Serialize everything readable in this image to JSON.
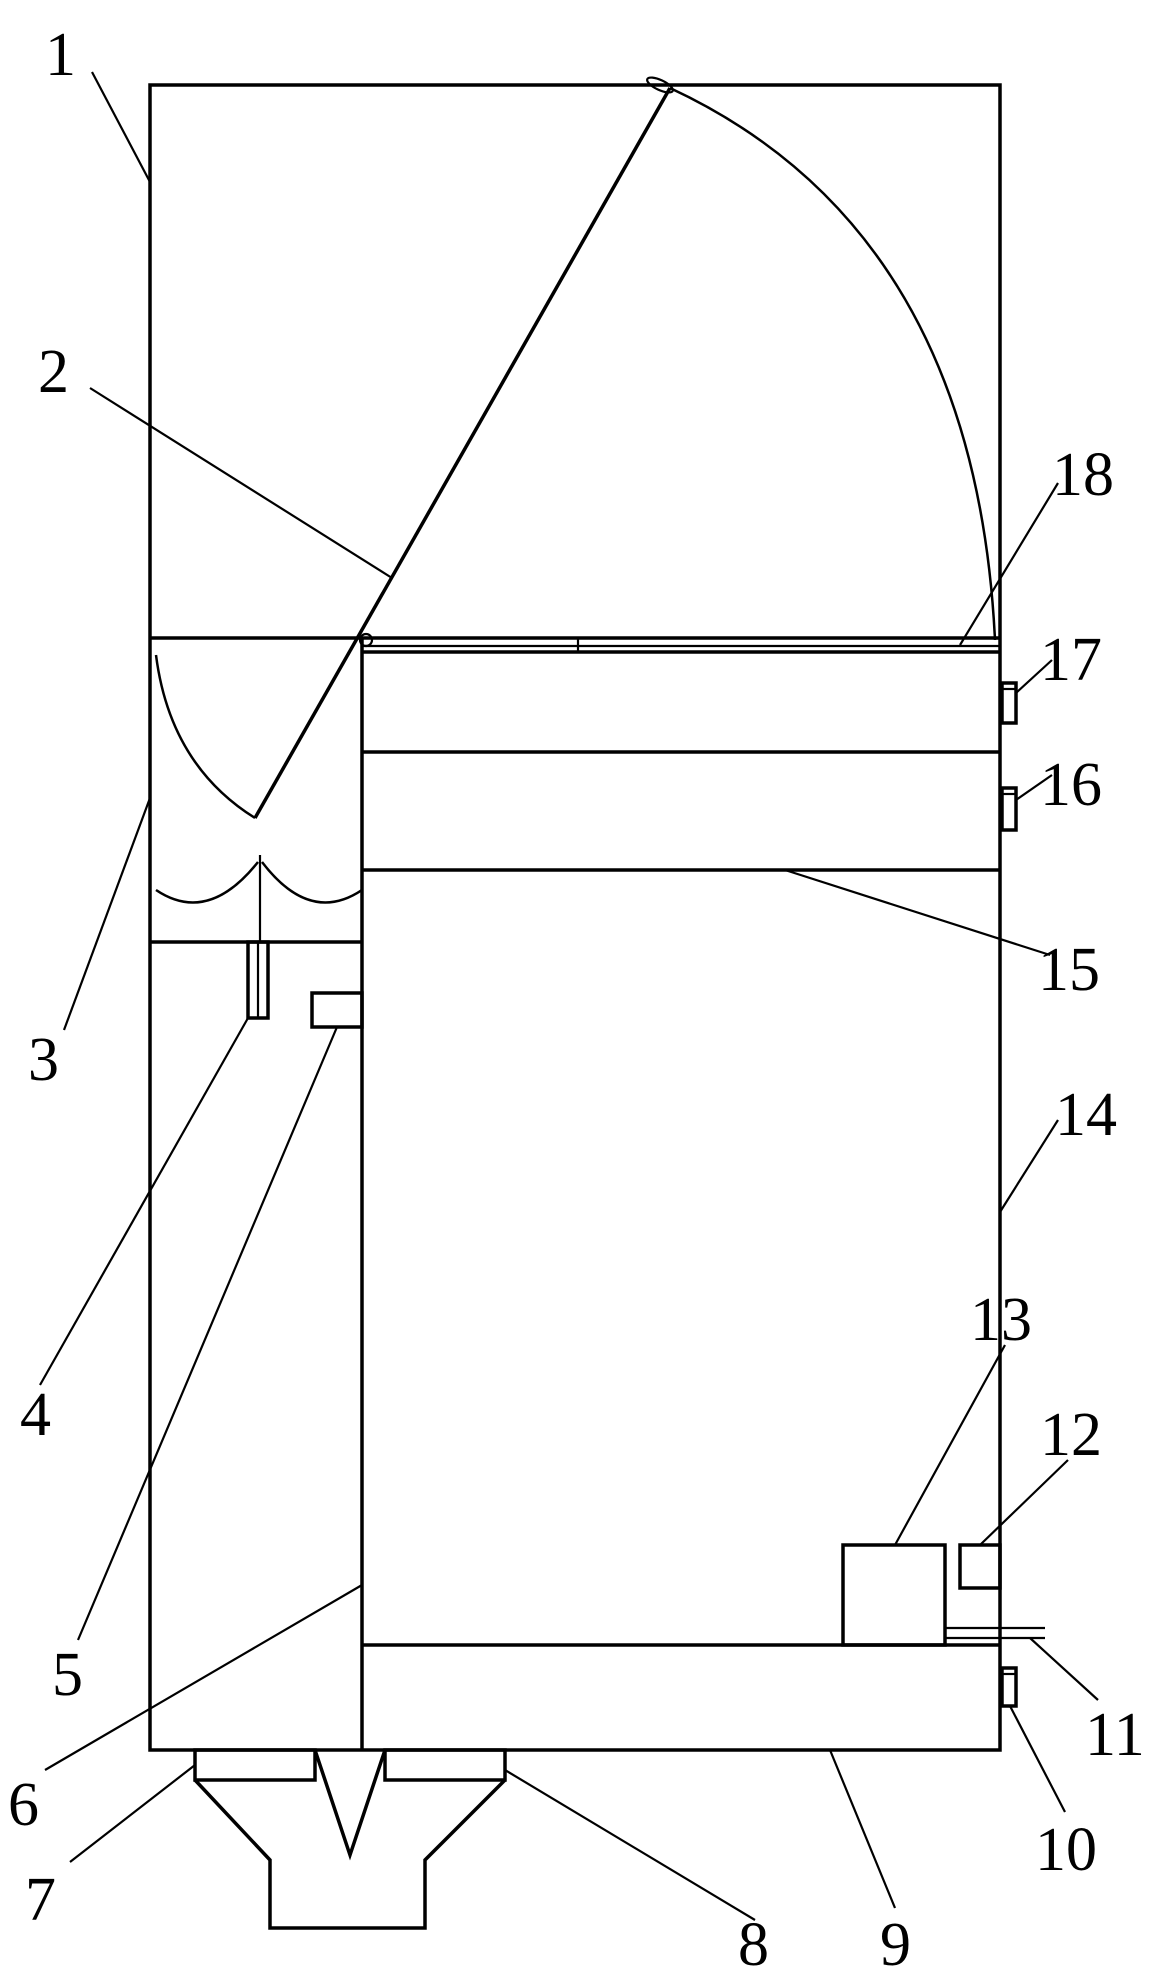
{
  "labels": {
    "n1": "1",
    "n2": "2",
    "n3": "3",
    "n4": "4",
    "n5": "5",
    "n6": "6",
    "n7": "7",
    "n8": "8",
    "n9": "9",
    "n10": "10",
    "n11": "11",
    "n12": "12",
    "n13": "13",
    "n14": "14",
    "n15": "15",
    "n16": "16",
    "n17": "17",
    "n18": "18"
  }
}
